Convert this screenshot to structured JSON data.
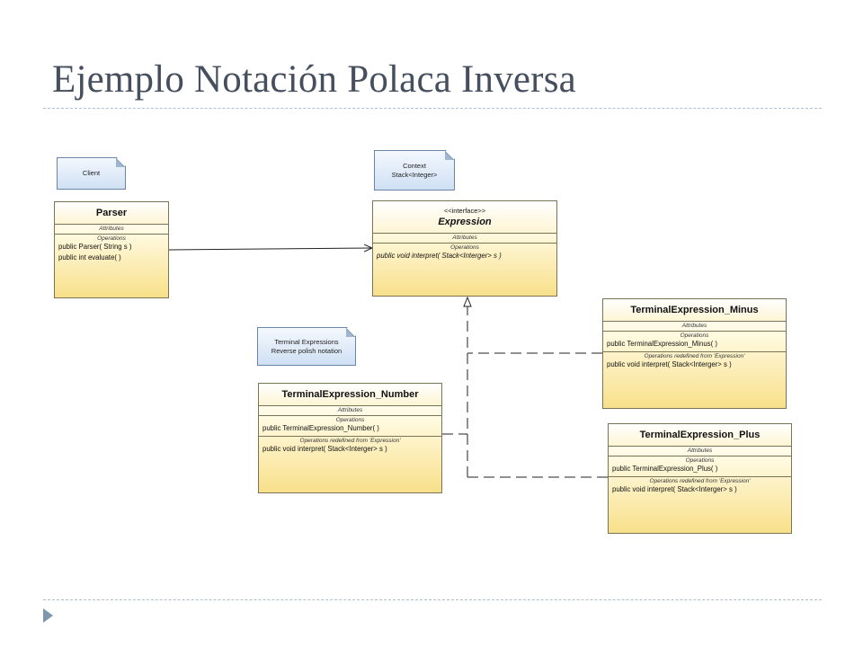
{
  "slide": {
    "title": "Ejemplo Notación Polaca Inversa"
  },
  "notes": {
    "client": {
      "lines": [
        "Client"
      ]
    },
    "context": {
      "lines": [
        "Context",
        "Stack<Integer>"
      ]
    },
    "terminal": {
      "lines": [
        "Terminal Expressions",
        "Reverse polish notation"
      ]
    }
  },
  "classes": {
    "parser": {
      "name": "Parser",
      "attributes_label": "Attributes",
      "operations_label": "Operations",
      "operations": [
        "public Parser( String s )",
        "public int  evaluate(  )"
      ]
    },
    "expression": {
      "stereotype": "<<interface>>",
      "name": "Expression",
      "attributes_label": "Attributes",
      "operations_label": "Operations",
      "operations": [
        "public void  interpret( Stack<Interger> s )"
      ]
    },
    "minus": {
      "name": "TerminalExpression_Minus",
      "attributes_label": "Attributes",
      "operations_label": "Operations",
      "operations": [
        "public TerminalExpression_Minus(  )"
      ],
      "redefined_label": "Operations redefined from 'Expression'",
      "redefined": [
        "public void  interpret( Stack<Interger> s )"
      ]
    },
    "number": {
      "name": "TerminalExpression_Number",
      "attributes_label": "Attributes",
      "operations_label": "Operations",
      "operations": [
        "public TerminalExpression_Number(  )"
      ],
      "redefined_label": "Operations redefined from 'Expression'",
      "redefined": [
        "public void  interpret( Stack<Interger> s )"
      ]
    },
    "plus": {
      "name": "TerminalExpression_Plus",
      "attributes_label": "Attributes",
      "operations_label": "Operations",
      "operations": [
        "public TerminalExpression_Plus(  )"
      ],
      "redefined_label": "Operations redefined from 'Expression'",
      "redefined": [
        "public void  interpret( Stack<Interger> s )"
      ]
    }
  }
}
